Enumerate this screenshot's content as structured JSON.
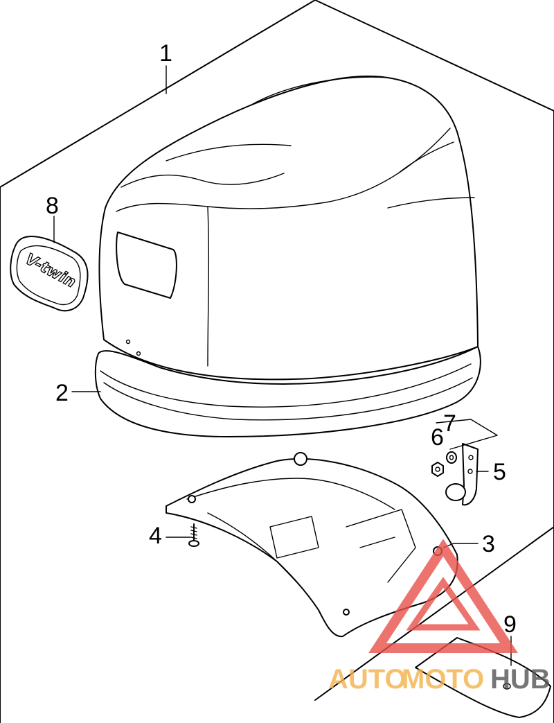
{
  "diagram": {
    "callouts": [
      {
        "id": "callout-1",
        "label": "1"
      },
      {
        "id": "callout-2",
        "label": "2"
      },
      {
        "id": "callout-3",
        "label": "3"
      },
      {
        "id": "callout-4",
        "label": "4"
      },
      {
        "id": "callout-5",
        "label": "5"
      },
      {
        "id": "callout-6",
        "label": "6"
      },
      {
        "id": "callout-7",
        "label": "7"
      },
      {
        "id": "callout-8",
        "label": "8"
      },
      {
        "id": "callout-9",
        "label": "9"
      }
    ],
    "emblem_text": "V-twin"
  },
  "watermark": {
    "word_auto": "AUTO",
    "word_moto": "MOTO",
    "word_hub": "HUB",
    "colors": {
      "auto": "#f5b24a",
      "moto": "#f5b24a",
      "hub": "#555555",
      "triangle": "#e8514a"
    }
  }
}
